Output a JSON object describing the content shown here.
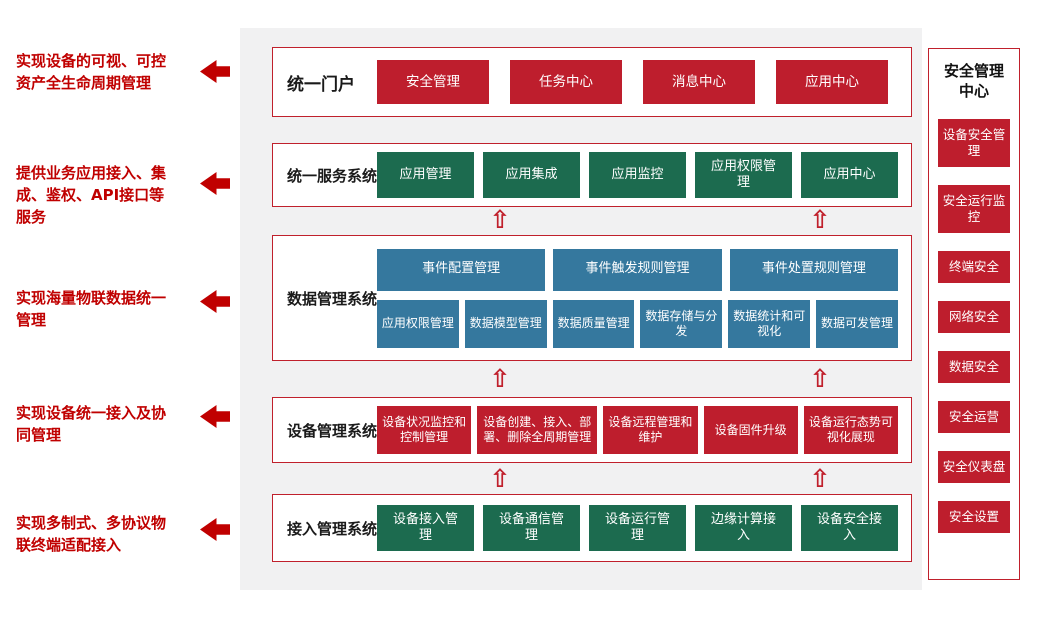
{
  "annotations": [
    {
      "text": "实现设备的可视、可控\n资产全生命周期管理"
    },
    {
      "text": "提供业务应用接入、集\n成、鉴权、API接口等\n服务"
    },
    {
      "text": "实现海量物联数据统一\n管理"
    },
    {
      "text": "实现设备统一接入及协\n同管理"
    },
    {
      "text": "实现多制式、多协议物\n联终端适配接入"
    }
  ],
  "portal": {
    "label": "统一门户",
    "buttons": [
      "安全管理",
      "任务中心",
      "消息中心",
      "应用中心"
    ]
  },
  "service": {
    "label": "统一服务系统",
    "buttons": [
      "应用管理",
      "应用集成",
      "应用监控",
      "应用权限管理",
      "应用中心"
    ]
  },
  "data_mgmt": {
    "label": "数据管理系统",
    "top_buttons": [
      "事件配置管理",
      "事件触发规则管理",
      "事件处置规则管理"
    ],
    "bottom_buttons": [
      "应用权限管理",
      "数据模型管理",
      "数据质量管理",
      "数据存储与分发",
      "数据统计和可视化",
      "数据可发管理"
    ]
  },
  "device_mgmt": {
    "label": "设备管理系统",
    "buttons": [
      "设备状况监控和控制管理",
      "设备创建、接入、部署、删除全周期管理",
      "设备远程管理和维护",
      "设备固件升级",
      "设备运行态势可视化展现"
    ]
  },
  "access_mgmt": {
    "label": "接入管理系统",
    "buttons": [
      "设备接入管理",
      "设备通信管理",
      "设备运行管理",
      "边缘计算接入",
      "设备安全接入"
    ]
  },
  "security": {
    "title": "安全管理中心",
    "items": [
      "设备安全管理",
      "安全运行监控",
      "终端安全",
      "网络安全",
      "数据安全",
      "安全运营",
      "安全仪表盘",
      "安全设置"
    ]
  },
  "icons": {
    "up_arrow": "⇧"
  },
  "colors": {
    "red_block": "#be1e2d",
    "green_block": "#1c6b4f",
    "blue_block": "#35789e",
    "annotation_text": "#c00000",
    "box_border": "#c0202c",
    "panel_bg": "#f1f1f2"
  }
}
